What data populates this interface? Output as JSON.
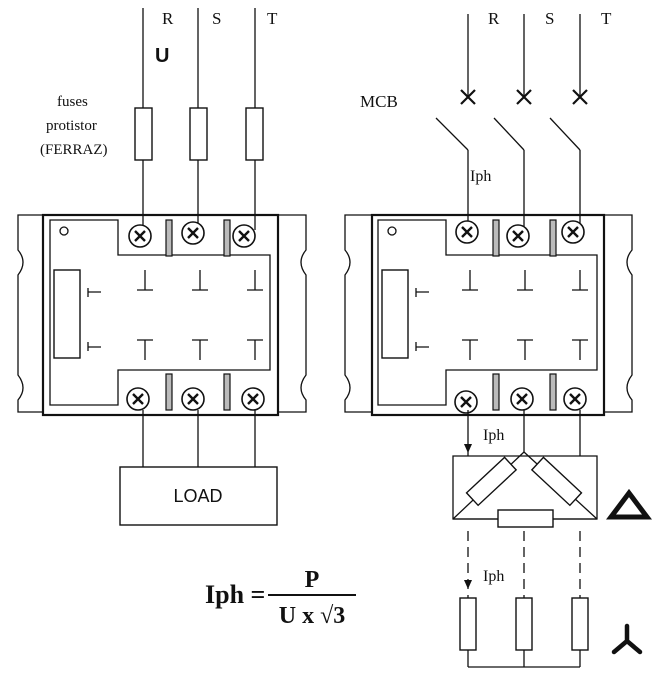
{
  "left": {
    "phases": [
      "R",
      "S",
      "T"
    ],
    "voltage_symbol": "U",
    "fuse_label": [
      "fuses",
      "protistor",
      "(FERRAZ)"
    ],
    "load_label": "LOAD"
  },
  "right": {
    "phases": [
      "R",
      "S",
      "T"
    ],
    "breaker_label": "MCB",
    "current_label_top": "Iph",
    "current_label_delta": "Iph",
    "current_label_star": "Iph"
  },
  "formula": {
    "lhs": "Iph =",
    "numerator": "P",
    "denominator": "U x √3"
  },
  "symbols": {
    "delta": "delta-symbol",
    "star": "star-symbol"
  }
}
